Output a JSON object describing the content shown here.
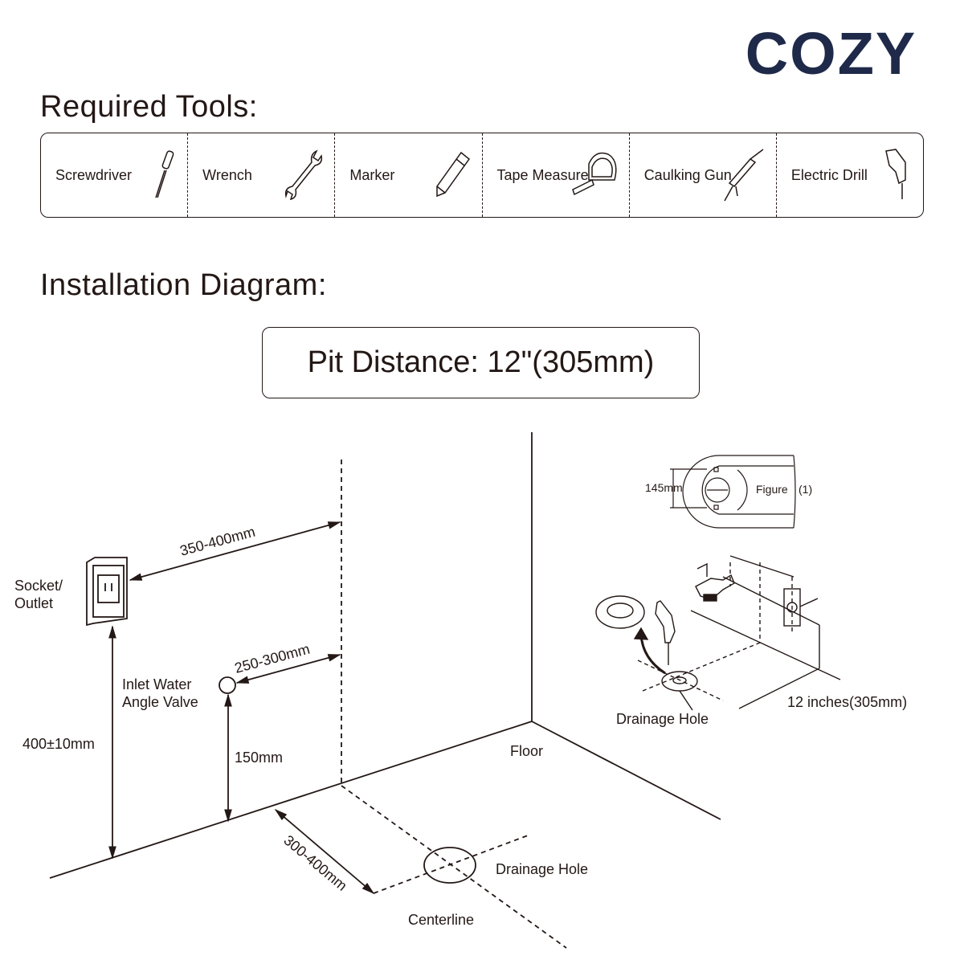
{
  "brand": {
    "name": "COZY",
    "color": "#1f2a4a"
  },
  "required_tools": {
    "title": "Required Tools:",
    "items": [
      {
        "label": "Screwdriver",
        "icon": "screwdriver-icon"
      },
      {
        "label": "Wrench",
        "icon": "wrench-icon"
      },
      {
        "label": "Marker",
        "icon": "marker-icon"
      },
      {
        "label": "Tape Measure",
        "icon": "tape-measure-icon"
      },
      {
        "label": "Caulking Gun",
        "icon": "caulking-gun-icon"
      },
      {
        "label": "Electric Drill",
        "icon": "electric-drill-icon"
      }
    ]
  },
  "installation": {
    "title": "Installation Diagram:",
    "pit_distance": "Pit Distance: 12\"(305mm)",
    "labels": {
      "socket_line1": "Socket/",
      "socket_line2": "Outlet",
      "inlet_line1": "Inlet  Water",
      "inlet_line2": "Angle Valve",
      "dim_socket_wall": "350-400mm",
      "dim_inlet_wall": "250-300mm",
      "dim_inlet_height": "150mm",
      "dim_socket_height": "400±10mm",
      "dim_drain_wall": "300-400mm",
      "floor": "Floor",
      "drainage_hole": "Drainage Hole",
      "centerline": "Centerline"
    },
    "figure": {
      "dim": "145mm",
      "caption": "Figure",
      "number": "(1)",
      "drainage_hole": "Drainage Hole",
      "pit": "12 inches(305mm)"
    }
  }
}
